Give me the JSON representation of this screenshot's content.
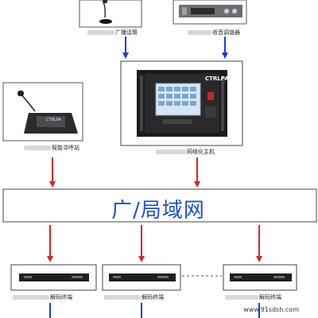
{
  "devices": {
    "broadcast_mic_label": "广播话筒",
    "tuner_label": "收音调谐器",
    "paging_station_label": "智能寻呼站",
    "host_label": "网络化主机",
    "host_brand": "CTRLPA",
    "paging_brand": "CTRLPA"
  },
  "network": {
    "label": "广/局域网"
  },
  "terminals": [
    {
      "label": "解码终端"
    },
    {
      "label": "解码终端"
    },
    {
      "label": "解码终端"
    }
  ],
  "watermark": "www.91sdsh.com",
  "colors": {
    "down_arrow": "#e0202a",
    "up_arrow": "#1a3fd6",
    "lan_text": "#1a4fd3"
  }
}
